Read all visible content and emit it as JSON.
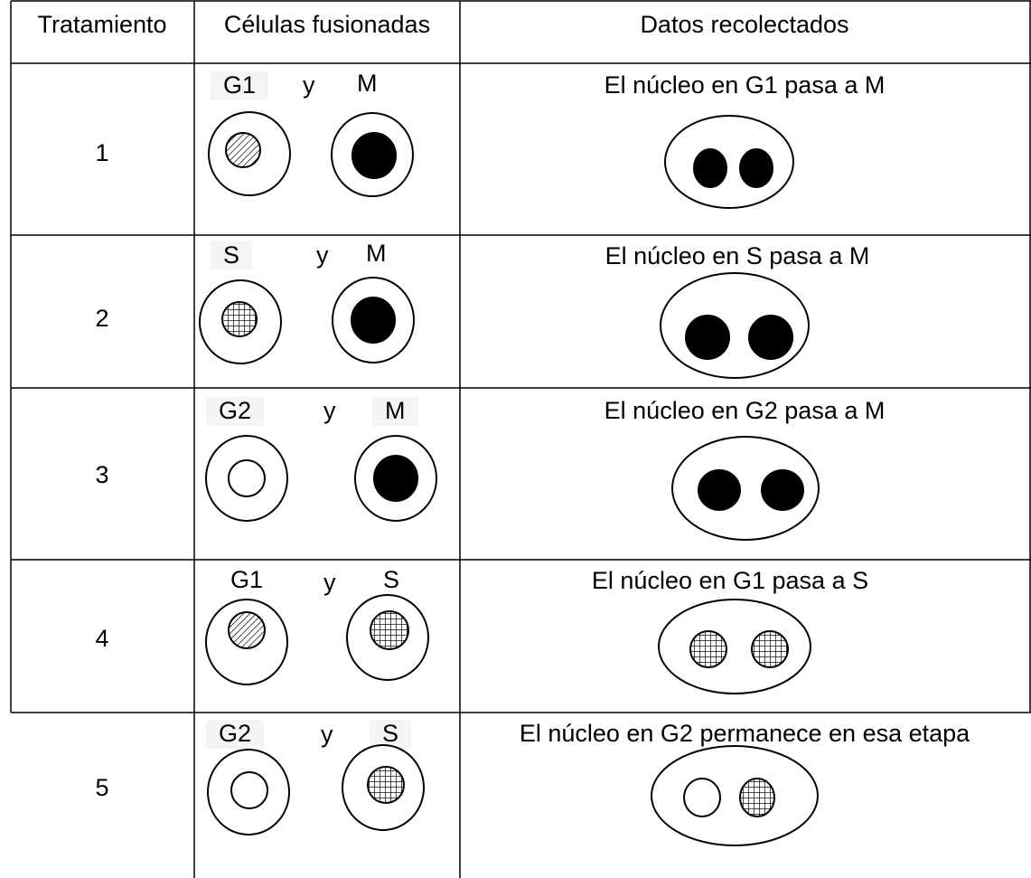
{
  "table": {
    "headers": {
      "treatment": "Tratamiento",
      "cells": "Células fusionadas",
      "data": "Datos recolectados"
    },
    "rows": [
      {
        "num": "1",
        "label_left": "G1",
        "label_y": "y",
        "label_right": "M",
        "result": "El núcleo en G1 pasa a M",
        "left_nucleus": "diagonal-hatch",
        "right_nucleus": "solid",
        "fused_nuclei": [
          "solid",
          "solid"
        ]
      },
      {
        "num": "2",
        "label_left": "S",
        "label_y": "y",
        "label_right": "M",
        "result": "El núcleo en S pasa a M",
        "left_nucleus": "grid-hatch",
        "right_nucleus": "solid",
        "fused_nuclei": [
          "solid",
          "solid"
        ]
      },
      {
        "num": "3",
        "label_left": "G2",
        "label_y": "y",
        "label_right": "M",
        "result": "El núcleo en G2 pasa a M",
        "left_nucleus": "empty",
        "right_nucleus": "solid",
        "fused_nuclei": [
          "solid",
          "solid"
        ]
      },
      {
        "num": "4",
        "label_left": "G1",
        "label_y": "y",
        "label_right": "S",
        "result": "El núcleo en G1 pasa a S",
        "left_nucleus": "diagonal-hatch",
        "right_nucleus": "grid-hatch",
        "fused_nuclei": [
          "grid-hatch",
          "grid-hatch"
        ]
      },
      {
        "num": "5",
        "label_left": "G2",
        "label_y": "y",
        "label_right": "S",
        "result": "El núcleo en G2 permanece en esa etapa",
        "left_nucleus": "empty",
        "right_nucleus": "grid-hatch",
        "fused_nuclei": [
          "empty",
          "grid-hatch"
        ]
      }
    ]
  }
}
